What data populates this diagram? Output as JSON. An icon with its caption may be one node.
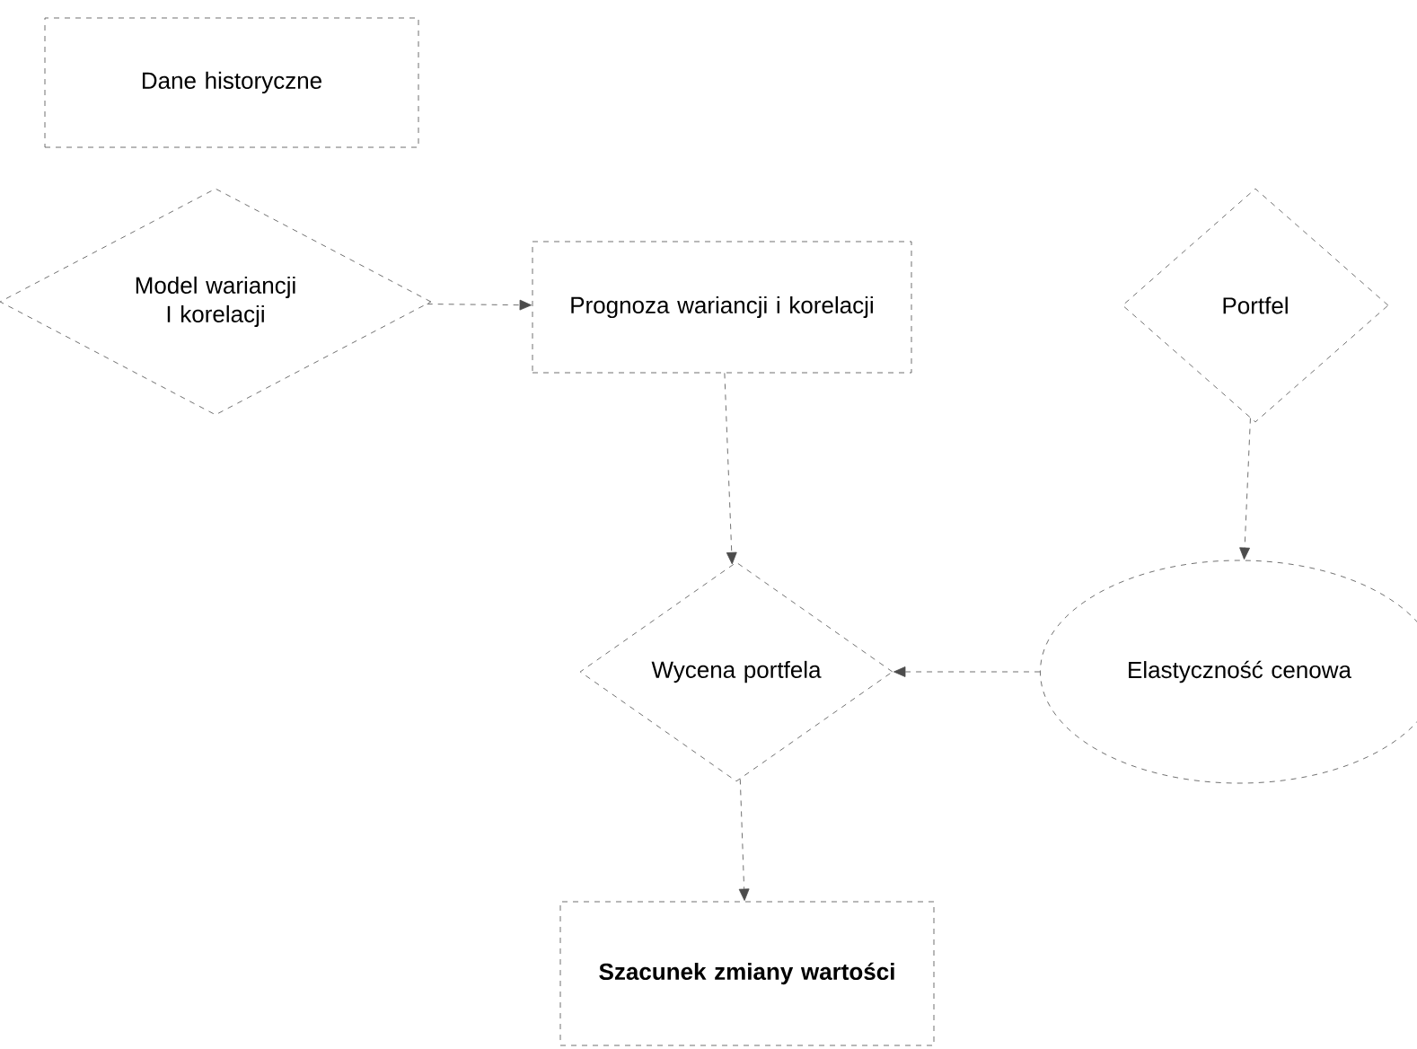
{
  "diagram": {
    "nodes": [
      {
        "text": [
          "Dane historyczne"
        ]
      },
      {
        "text": [
          "Model wariancji I korelacji"
        ]
      },
      {
        "text": [
          "Prognoza wariancji i korelacji"
        ]
      },
      {
        "text": [
          "Portfel"
        ]
      },
      {
        "text": [
          "Wycena portfela"
        ]
      },
      {
        "text": [
          "Elastyczność cenowa"
        ]
      },
      {
        "text": [
          "Szacunek zmiany wartości"
        ]
      }
    ],
    "edges": [
      {
        "from": 1,
        "to": 2,
        "arrow": "to"
      },
      {
        "from": 2,
        "to": 4,
        "arrow": "to"
      },
      {
        "from": 3,
        "to": 5,
        "arrow": "to"
      },
      {
        "from": 5,
        "to": 4,
        "arrow": "to"
      },
      {
        "from": 4,
        "to": 6,
        "arrow": "to"
      }
    ]
  }
}
